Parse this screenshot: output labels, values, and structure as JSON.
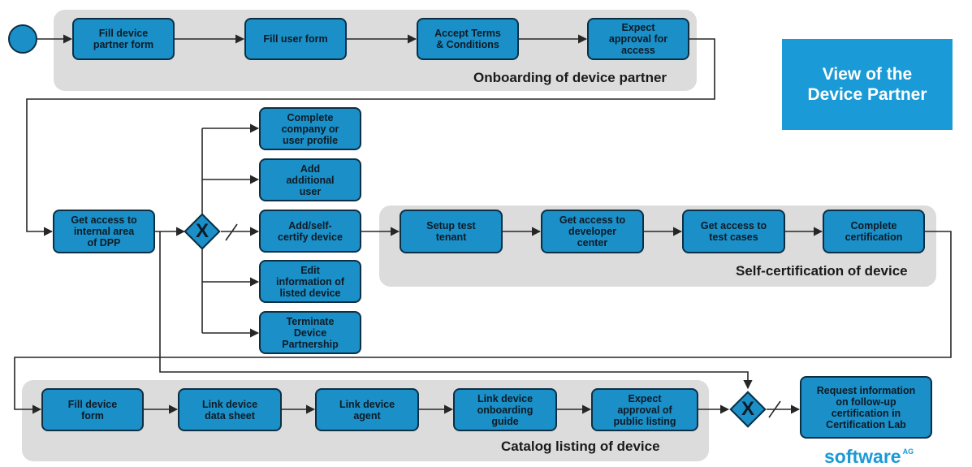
{
  "title": "View of the\nDevice Partner",
  "logo": {
    "text": "software",
    "suffix": "AG",
    "brand_color": "#1a9ad6"
  },
  "groups": {
    "onboarding": "Onboarding of device partner",
    "self_certification": "Self-certification of device",
    "catalog": "Catalog listing of device"
  },
  "boxes": {
    "fill_device_partner_form": "Fill device\npartner form",
    "fill_user_form": "Fill user form",
    "accept_terms": "Accept Terms\n& Conditions",
    "expect_approval_access": "Expect\napproval for\naccess",
    "get_access_internal": "Get access to\ninternal area\nof DPP",
    "complete_profile": "Complete\ncompany or\nuser profile",
    "add_user": "Add\nadditional\nuser",
    "add_certify_device": "Add/self-\ncertify device",
    "edit_listed_device": "Edit\ninformation of\nlisted device",
    "terminate_partnership": "Terminate\nDevice\nPartnership",
    "setup_test_tenant": "Setup test\ntenant",
    "access_developer_center": "Get access to\ndeveloper\ncenter",
    "access_test_cases": "Get access to\ntest cases",
    "complete_certification": "Complete\ncertification",
    "fill_device_form": "Fill device\nform",
    "link_data_sheet": "Link device\ndata sheet",
    "link_agent": "Link device\nagent",
    "link_onboarding_guide": "Link device\nonboarding\nguide",
    "expect_approval_listing": "Expect\napproval of\npublic listing",
    "request_follow_up": "Request information\non follow-up\ncertification in\nCertification Lab"
  },
  "gateway_symbol": "X",
  "colors": {
    "task_fill": "#1b8fc7",
    "task_border": "#0d2f44",
    "group_fill": "#dcdcdc",
    "connector": "#262626"
  }
}
